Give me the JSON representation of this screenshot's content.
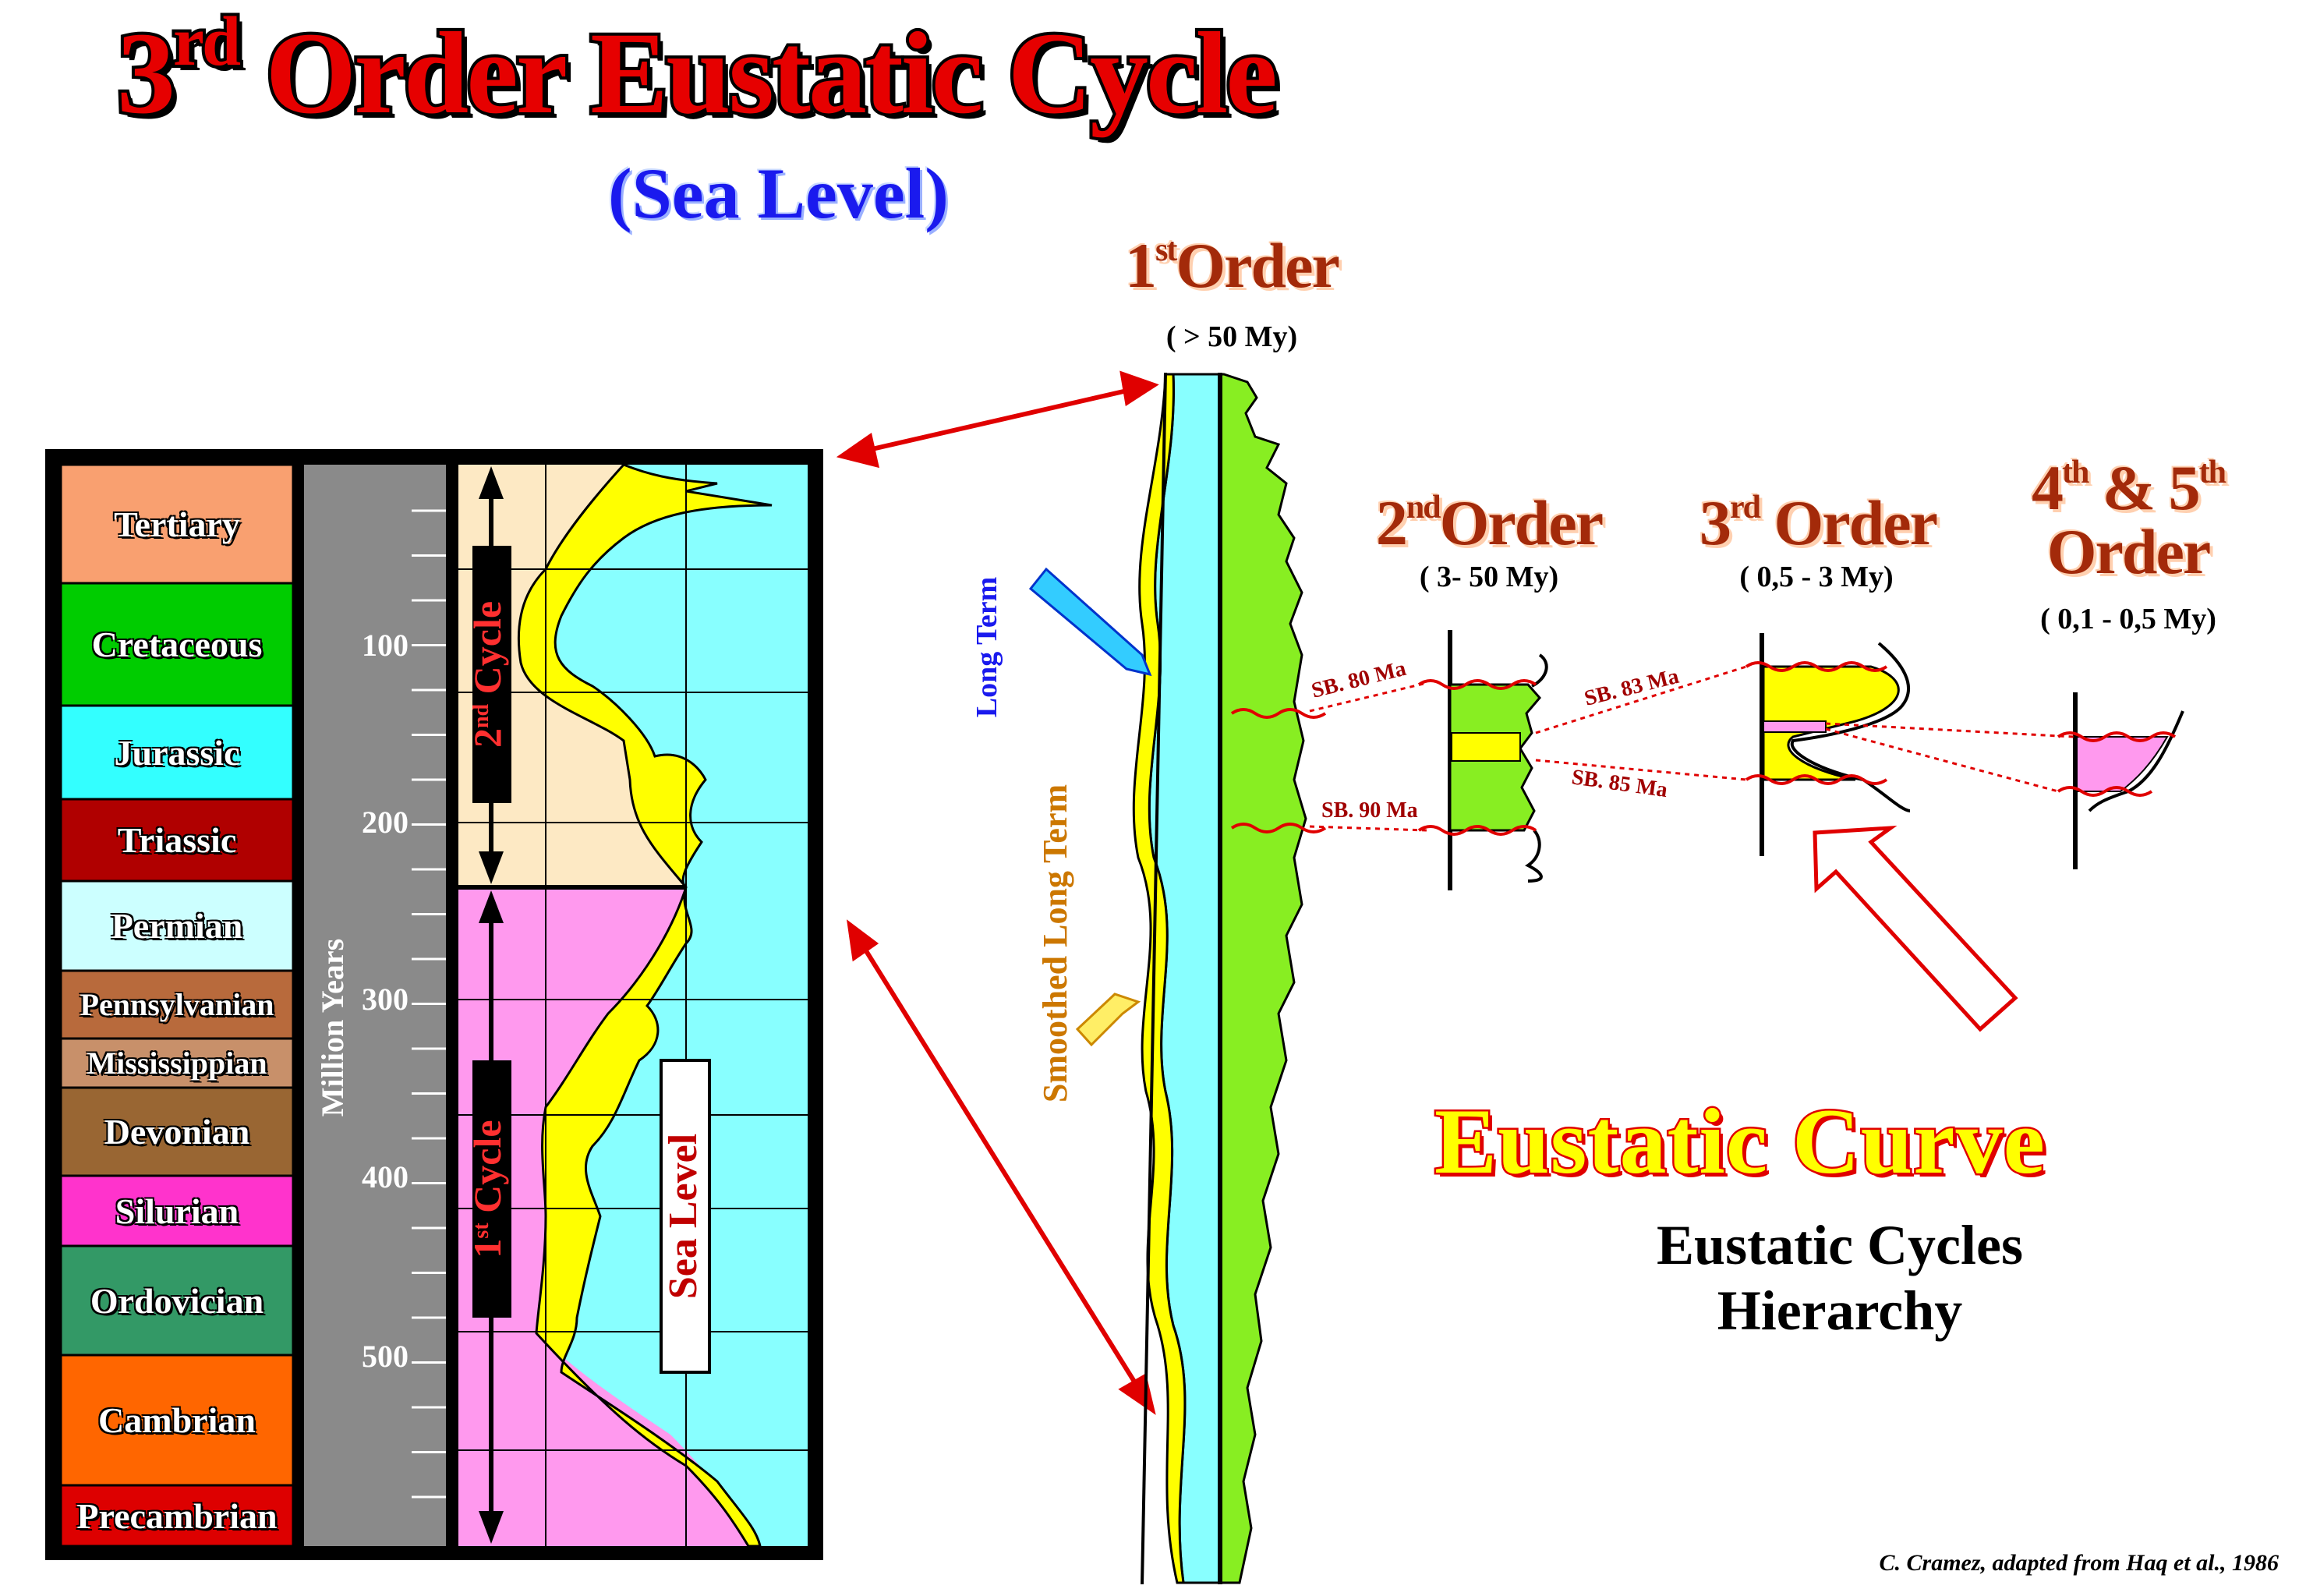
{
  "title": {
    "main": "Order Eustatic Cycle",
    "ordinal": "3",
    "ordinal_suffix": "rd",
    "subtitle": "(Sea Level)"
  },
  "periods": [
    {
      "name": "Tertiary",
      "color": "#f9a070"
    },
    {
      "name": "Cretaceous",
      "color": "#00cc00"
    },
    {
      "name": "Jurassic",
      "color": "#33ffff"
    },
    {
      "name": "Triassic",
      "color": "#b00000"
    },
    {
      "name": "Permian",
      "color": "#ccffff"
    },
    {
      "name": "Pennsylvanian",
      "color": "#b86a3c"
    },
    {
      "name": "Mississippian",
      "color": "#c8906a"
    },
    {
      "name": "Devonian",
      "color": "#996633"
    },
    {
      "name": "Silurian",
      "color": "#ff33cc"
    },
    {
      "name": "Ordovician",
      "color": "#339966"
    },
    {
      "name": "Cambrian",
      "color": "#ff6600"
    },
    {
      "name": "Precambrian",
      "color": "#dd0000"
    }
  ],
  "time_axis": {
    "label": "Million Years",
    "ticks": [
      "100",
      "200",
      "300",
      "400",
      "500"
    ]
  },
  "chart_labels": {
    "cycle2_ord": "2",
    "cycle2_sup": "nd",
    "cycle2_word": "Cycle",
    "cycle1_ord": "1",
    "cycle1_sup": "st",
    "cycle1_word": "Cycle",
    "sea_level": "Sea Level"
  },
  "long_term": {
    "long_term": "Long Term",
    "smoothed": "Smoothed Long Term"
  },
  "orders": [
    {
      "ord": "1",
      "sup": "st",
      "word": "Order",
      "range": "( > 50 My)"
    },
    {
      "ord": "2",
      "sup": "nd",
      "word": "Order",
      "range": "( 3- 50 My)"
    },
    {
      "ord": "3",
      "sup": "rd",
      "word": "Order",
      "range": "( 0,5 - 3 My)"
    },
    {
      "ord": "4",
      "sup": "th",
      "amp": "&",
      "ord2": "5",
      "sup2": "th",
      "word": "Order",
      "range": "( 0,1 - 0,5 My)"
    }
  ],
  "boundaries": [
    "SB. 80 Ma",
    "SB. 90 Ma",
    "SB. 83 Ma",
    "SB. 85 Ma"
  ],
  "eustatic_curve": "Eustatic Curve",
  "hierarchy": {
    "line1": "Eustatic Cycles",
    "line2": "Hierarchy"
  },
  "credit": "C. Cramez, adapted from Haq et al., 1986",
  "colors": {
    "title_red": "#e60000",
    "subtitle_blue": "#1a1aee",
    "order_brown": "#a32a0a",
    "sea_cyan": "#88ffff",
    "curve_yellow": "#ffff00",
    "green": "#88ee22",
    "pink": "#ff99ee",
    "beige": "#fde9c4"
  }
}
